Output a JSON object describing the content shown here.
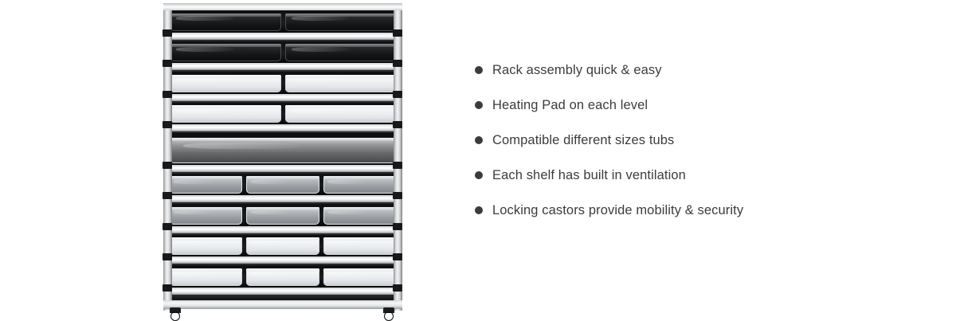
{
  "product": {
    "name": "rodent-breeding-rack",
    "alt": "Aluminium 9-level tub rack with clear, white, grey and black tubs on locking castors",
    "frame_color": "#d9dbdc",
    "bracket_color": "#18191b",
    "shelf_count": 9,
    "castor_count": 2,
    "shelves": [
      {
        "level": 1,
        "tubs": 2,
        "tub_style": "dark",
        "tub_label": "black tub"
      },
      {
        "level": 2,
        "tubs": 2,
        "tub_style": "dark",
        "tub_label": "black tub"
      },
      {
        "level": 3,
        "tubs": 2,
        "tub_style": "white",
        "tub_label": "white tub"
      },
      {
        "level": 4,
        "tubs": 2,
        "tub_style": "white",
        "tub_label": "white tub"
      },
      {
        "level": 5,
        "tubs": 1,
        "tub_style": "clear",
        "tub_label": "large clear tub"
      },
      {
        "level": 6,
        "tubs": 3,
        "tub_style": "grey",
        "tub_label": "grey smoked tub"
      },
      {
        "level": 7,
        "tubs": 3,
        "tub_style": "grey",
        "tub_label": "grey smoked tub"
      },
      {
        "level": 8,
        "tubs": 3,
        "tub_style": "white",
        "tub_label": "white tub"
      },
      {
        "level": 9,
        "tubs": 3,
        "tub_style": "white",
        "tub_label": "white tub"
      }
    ]
  },
  "features": {
    "bullet_color": "#3b3b3b",
    "text_color": "#3c3c3c",
    "items": [
      {
        "text": "Rack assembly quick & easy"
      },
      {
        "text": "Heating Pad on each level"
      },
      {
        "text": "Compatible different sizes tubs"
      },
      {
        "text": "Each shelf has built in ventilation"
      },
      {
        "text": "Locking castors provide mobility & security"
      }
    ]
  },
  "page": {
    "background": "#ffffff"
  }
}
